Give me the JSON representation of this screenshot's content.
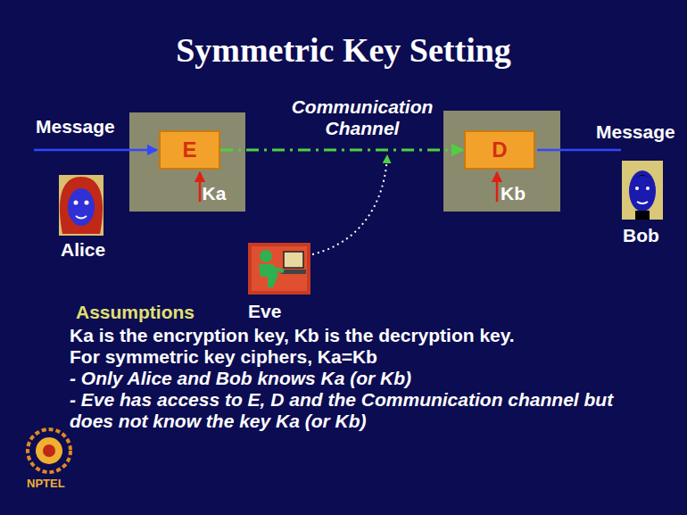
{
  "diagram": {
    "title": "Symmetric Key Setting",
    "nodes": [
      {
        "text": [
          "Ka"
        ]
      },
      {
        "text": [
          "E"
        ],
        "in": 0
      },
      {
        "text": [
          "Kb"
        ]
      },
      {
        "text": [
          "D"
        ],
        "in": 2
      }
    ],
    "edges": [
      {
        "from": 1,
        "to": 3,
        "arrow": "to"
      }
    ],
    "labels": [
      "Message",
      "Communication Channel",
      "Message",
      "Alice",
      "Bob",
      "Eve",
      "Assumptions",
      "Ka is the encryption key, Kb is the decryption key.",
      "For symmetric key ciphers, Ka=Kb",
      "- Only Alice and Bob knows Ka (or Kb)",
      "- Eve has access to E, D and the Communication channel but does not know the key Ka (or Kb)",
      "NPTEL"
    ]
  }
}
